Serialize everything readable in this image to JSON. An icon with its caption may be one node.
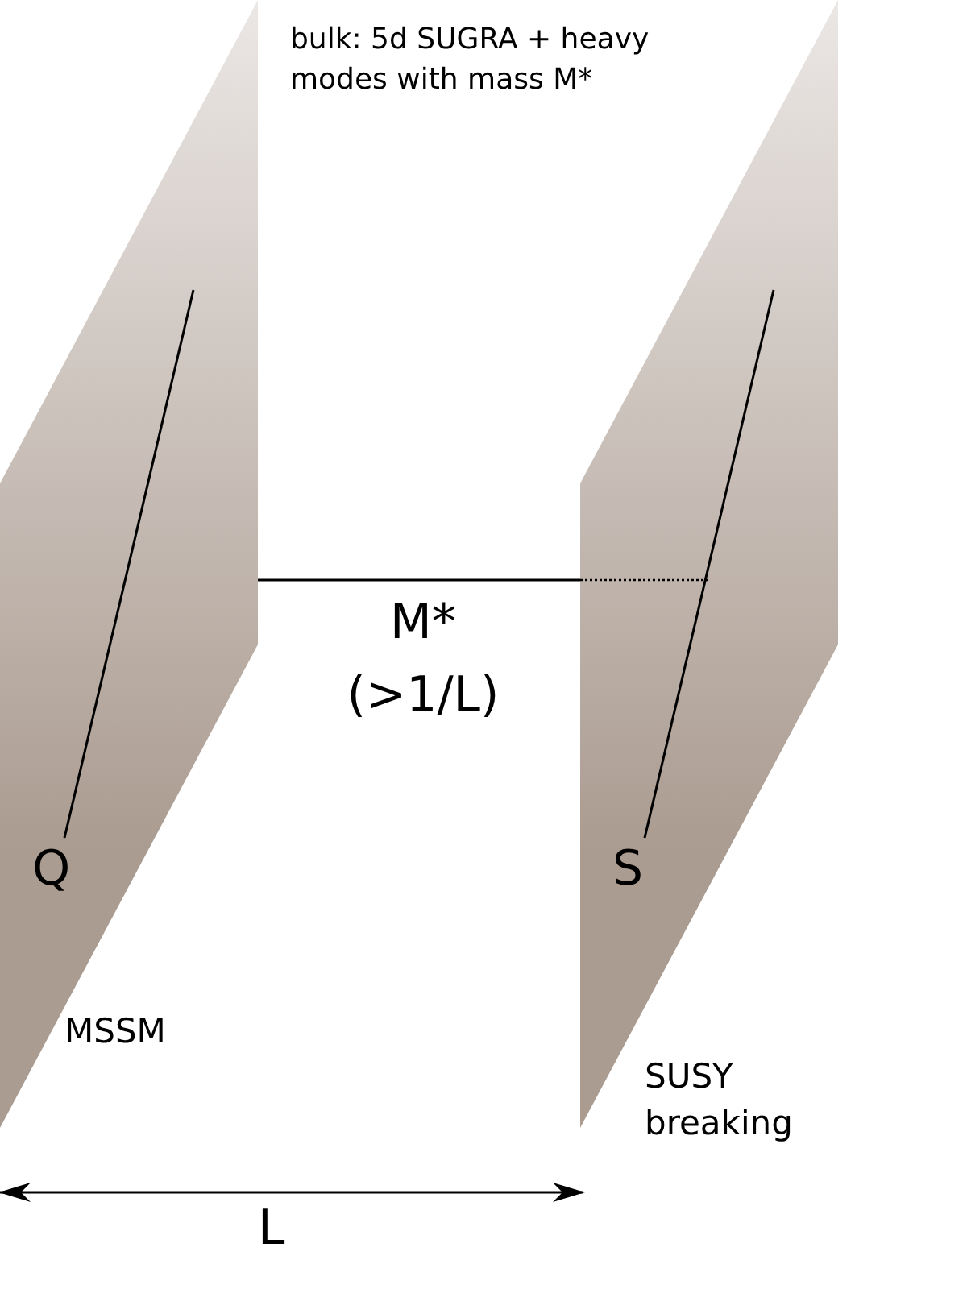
{
  "diagram": {
    "nodes": [
      {
        "text": [
          "Q"
        ],
        "beside": [
          "MSSM"
        ]
      },
      {
        "text": [
          "S"
        ],
        "beside": [
          "SUSY breaking"
        ]
      }
    ],
    "edges": [
      {
        "from": 0,
        "to": 1,
        "arrow": "none",
        "label": "M* (>1/L)"
      }
    ],
    "labels": [
      "bulk: 5d SUGRA + heavy modes with mass M*",
      "L"
    ]
  }
}
